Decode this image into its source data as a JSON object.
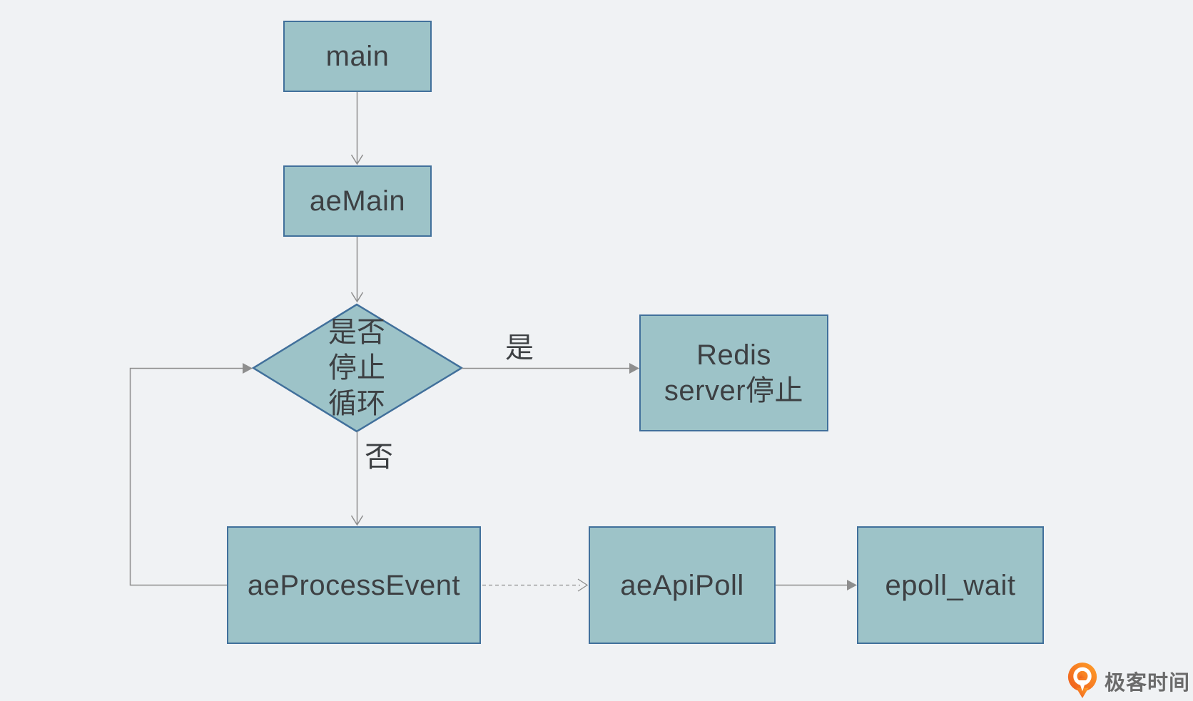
{
  "diagram": {
    "nodes": {
      "main": {
        "label": "main",
        "shape": "rect"
      },
      "aemain": {
        "label": "aeMain",
        "shape": "rect"
      },
      "decision": {
        "lines": [
          "是否",
          "停止",
          "循环"
        ],
        "shape": "diamond"
      },
      "redis_stop": {
        "lines": [
          "Redis",
          "server停止"
        ],
        "shape": "rect"
      },
      "ae_process_event": {
        "label": "aeProcessEvent",
        "shape": "rect"
      },
      "ae_api_poll": {
        "label": "aeApiPoll",
        "shape": "rect"
      },
      "epoll_wait": {
        "label": "epoll_wait",
        "shape": "rect"
      }
    },
    "edges": [
      {
        "from": "main",
        "to": "aeMain",
        "style": "solid",
        "label": ""
      },
      {
        "from": "aeMain",
        "to": "是否停止循环",
        "style": "solid",
        "label": ""
      },
      {
        "from": "是否停止循环",
        "to": "Redis server停止",
        "style": "solid",
        "label": "是"
      },
      {
        "from": "是否停止循环",
        "to": "aeProcessEvent",
        "style": "solid",
        "label": "否"
      },
      {
        "from": "aeProcessEvent",
        "to": "是否停止循环",
        "style": "solid",
        "label": ""
      },
      {
        "from": "aeProcessEvent",
        "to": "aeApiPoll",
        "style": "dashed",
        "label": ""
      },
      {
        "from": "aeApiPoll",
        "to": "epoll_wait",
        "style": "solid",
        "label": ""
      }
    ]
  },
  "logo": {
    "text": "极客时间"
  },
  "colors": {
    "background": "#f0f2f4",
    "node_fill": "#9dc3c8",
    "node_border": "#41709b",
    "edge": "#8e8e8e",
    "text": "#3d4043",
    "logo_orange": "#f8731f",
    "logo_orange_light": "#ffa028",
    "logo_orange_dark": "#ee5a1e",
    "logo_text": "#6b6b6b"
  }
}
